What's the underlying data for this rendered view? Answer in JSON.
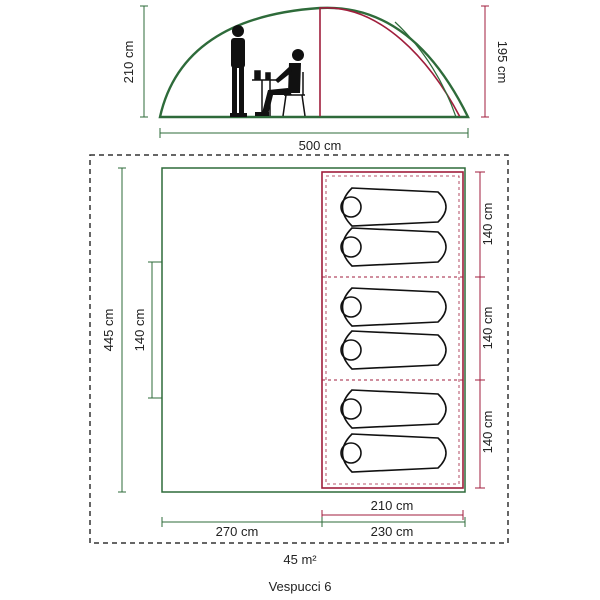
{
  "side_view": {
    "height_total": "210 cm",
    "height_inner": "195 cm",
    "length": "500 cm"
  },
  "floor_plan": {
    "depth": "445 cm",
    "door_width": "140 cm",
    "bedroom_width": "210 cm",
    "living_length": "270 cm",
    "bedroom_length": "230 cm",
    "bedroom_rows": [
      "140 cm",
      "140 cm",
      "140 cm"
    ]
  },
  "area": "45 m²",
  "model": "Vespucci 6",
  "colors": {
    "tent_green": "#2e6b3a",
    "bedroom_red": "#a01e3c",
    "outline_dark": "#333333"
  }
}
